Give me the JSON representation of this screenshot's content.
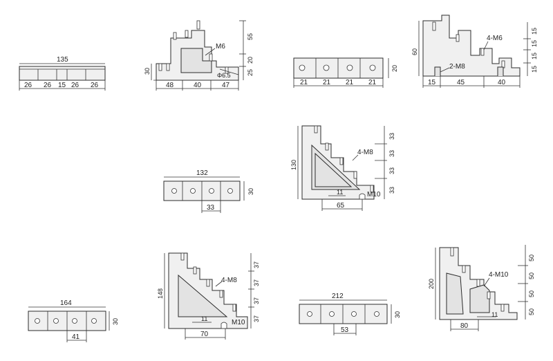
{
  "parts": {
    "p1": {
      "total": "135",
      "segments": [
        "26",
        "26",
        "15",
        "26",
        "26"
      ]
    },
    "p2": {
      "heights": [
        "55",
        "20",
        "25"
      ],
      "left_height": "30",
      "widths": [
        "48",
        "40",
        "47"
      ],
      "thread": "M6",
      "hole": "Φ6.5"
    },
    "p3": {
      "segments": [
        "21",
        "21",
        "21",
        "21"
      ],
      "height": "20"
    },
    "p4": {
      "height": "60",
      "rights": [
        "15",
        "15",
        "15",
        "15"
      ],
      "widths": [
        "15",
        "45",
        "40"
      ],
      "thread_a": "4-M6",
      "thread_b": "2-M8"
    },
    "p5": {
      "total": "132",
      "height": "30",
      "pitch": "33"
    },
    "p6": {
      "height": "130",
      "rights": [
        "33",
        "33",
        "33",
        "33"
      ],
      "thread": "4-M8",
      "slot": "11",
      "base_thread": "M10",
      "width": "65"
    },
    "p7": {
      "total": "164",
      "height": "30",
      "pitch": "41"
    },
    "p8": {
      "height": "148",
      "rights": [
        "37",
        "37",
        "37",
        "37"
      ],
      "thread": "4-M8",
      "slot": "11",
      "base_thread": "M10",
      "width": "70"
    },
    "p9": {
      "total": "212",
      "height": "30",
      "pitch": "53"
    },
    "p10": {
      "height": "200",
      "rights": [
        "50",
        "50",
        "50",
        "50"
      ],
      "thread": "4-M10",
      "slot": "11",
      "width": "80"
    }
  }
}
